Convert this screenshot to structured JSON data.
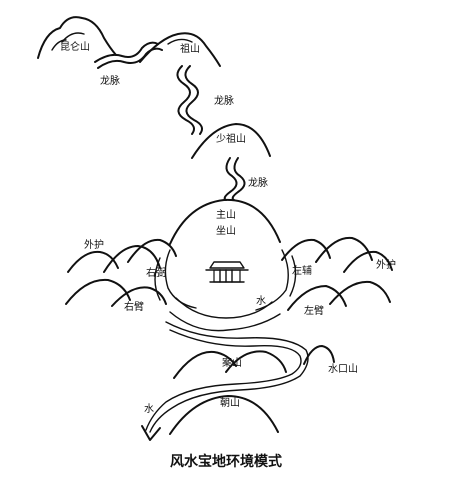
{
  "labels": {
    "kunlun": "昆仑山",
    "zushan": "祖山",
    "longmai_1": "龙脉",
    "longmai_2": "龙脉",
    "shaozushan": "少祖山",
    "longmai_3": "龙脉",
    "zhushan": "主山",
    "zuoshan": "坐山",
    "waihu_left": "外护",
    "waihu_right": "外护",
    "youbi_upper": "右弼",
    "zuofu": "左辅",
    "youbi_lower": "右臂",
    "zuobi": "左臂",
    "shui_1": "水",
    "anshan": "案山",
    "shuikoushan": "水口山",
    "shui_2": "水",
    "chaoshan": "朝山"
  },
  "caption": "风水宝地环境模式",
  "colors": {
    "ink": "#111111",
    "paper": "#ffffff"
  }
}
